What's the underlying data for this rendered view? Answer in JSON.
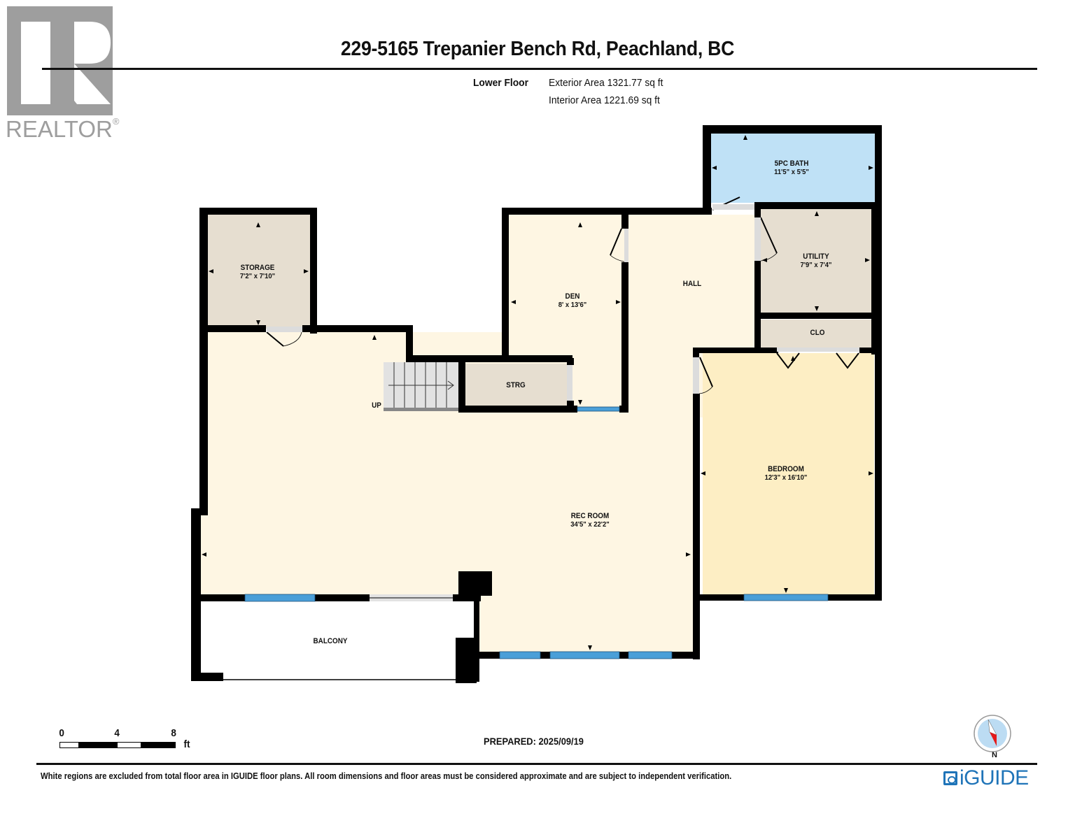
{
  "header": {
    "title": "229-5165 Trepanier Bench Rd, Peachland, BC",
    "floor_label": "Lower Floor",
    "exterior_area": "Exterior Area 1321.77 sq ft",
    "interior_area": "Interior Area 1221.69 sq ft"
  },
  "logo": {
    "brand": "REALTOR",
    "registered_mark": "®",
    "icon": "realtor-r-logo"
  },
  "rooms": [
    {
      "name": "5PC BATH",
      "dims": "11'5\" x 5'5\"",
      "color": "#bfe1f6"
    },
    {
      "name": "UTILITY",
      "dims": "7'9\" x 7'4\"",
      "color": "#e6ded0"
    },
    {
      "name": "CLO",
      "dims": "",
      "color": "#e6ded0"
    },
    {
      "name": "STORAGE",
      "dims": "7'2\" x 7'10\"",
      "color": "#e6ded0"
    },
    {
      "name": "DEN",
      "dims": "8' x 13'6\"",
      "color": "#fef6e3"
    },
    {
      "name": "HALL",
      "dims": "",
      "color": "#fef6e3"
    },
    {
      "name": "STRG",
      "dims": "",
      "color": "#e6ded0"
    },
    {
      "name": "BEDROOM",
      "dims": "12'3\" x 16'10\"",
      "color": "#fdeec4"
    },
    {
      "name": "REC ROOM",
      "dims": "34'5\" x 22'2\"",
      "color": "#fef6e3"
    },
    {
      "name": "BALCONY",
      "dims": "",
      "color": "#ffffff"
    }
  ],
  "stairs": {
    "label": "UP"
  },
  "scale": {
    "ticks": [
      "0",
      "4",
      "8"
    ],
    "unit": "ft"
  },
  "prepared": "PREPARED: 2025/09/19",
  "compass": {
    "label": "N"
  },
  "footer": {
    "disclaimer": "White regions are excluded from total floor area in IGUIDE floor plans. All room dimensions and floor areas must be considered approximate and are subject to independent verification.",
    "brand": "iGUIDE"
  },
  "colors": {
    "wall": "#000000",
    "window": "#4a9fd8",
    "door_opening": "#dcdcdc",
    "brand_blue": "#1f74b8"
  }
}
